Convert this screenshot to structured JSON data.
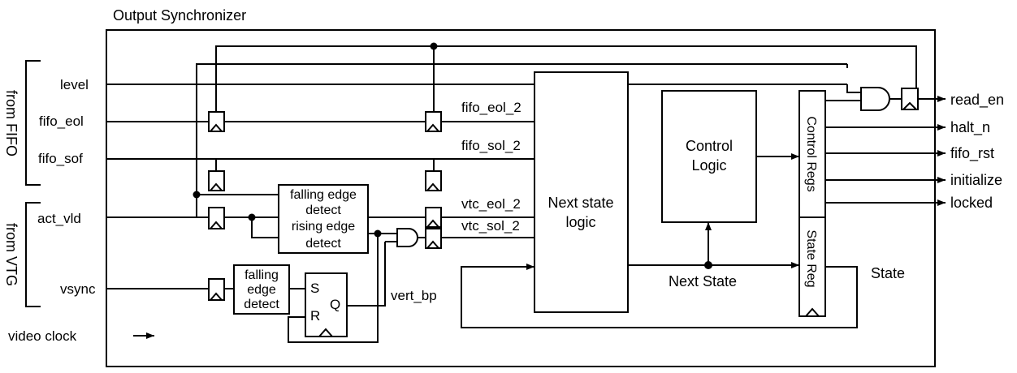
{
  "title": "Output Synchronizer",
  "groups": {
    "from_fifo": "from FIFO",
    "from_vtg": "from VTG"
  },
  "inputs": {
    "level": "level",
    "fifo_eol": "fifo_eol",
    "fifo_sof": "fifo_sof",
    "act_vld": "act_vld",
    "vsync": "vsync",
    "video_clock": "video clock"
  },
  "blocks": {
    "falling_edge_top_1": "falling edge",
    "falling_edge_top_2": "detect",
    "rising_edge_1": "rising edge",
    "rising_edge_2": "detect",
    "falling_edge_bot_1": "falling",
    "falling_edge_bot_2": "edge",
    "falling_edge_bot_3": "detect",
    "sr_s": "S",
    "sr_r": "R",
    "sr_q": "Q",
    "next_state_1": "Next state",
    "next_state_2": "logic",
    "control_logic_1": "Control",
    "control_logic_2": "Logic",
    "control_regs": "Control Regs",
    "state_reg": "State Reg"
  },
  "signals": {
    "fifo_eol_2": "fifo_eol_2",
    "fifo_sol_2": "fifo_sol_2",
    "vtc_eol_2": "vtc_eol_2",
    "vtc_sol_2": "vtc_sol_2",
    "vert_bp": "vert_bp",
    "next_state": "Next State",
    "state": "State"
  },
  "outputs": {
    "read_en": "read_en",
    "halt_n": "halt_n",
    "fifo_rst": "fifo_rst",
    "initialize": "initialize",
    "locked": "locked"
  }
}
